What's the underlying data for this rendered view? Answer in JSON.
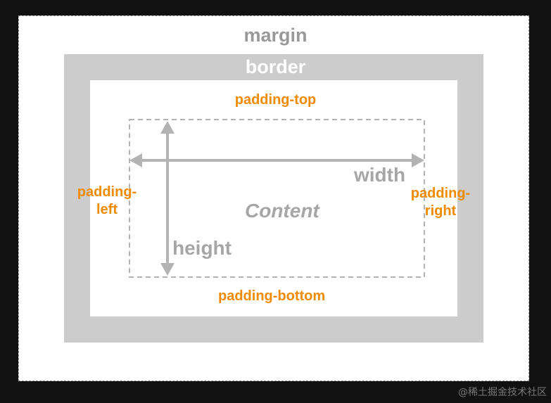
{
  "labels": {
    "margin": "margin",
    "border": "border",
    "padding_top": "padding-top",
    "padding_bottom": "padding-bottom",
    "padding_left": "padding-\nleft",
    "padding_right": "padding-\nright",
    "width": "width",
    "height": "height",
    "content": "Content"
  },
  "watermark": "@稀土掘金技术社区",
  "colors": {
    "background": "#111111",
    "margin_fill": "#ffffff",
    "border_fill": "#cccccc",
    "padding_text": "#f08a00",
    "dimension_text": "#a6a6a6"
  }
}
